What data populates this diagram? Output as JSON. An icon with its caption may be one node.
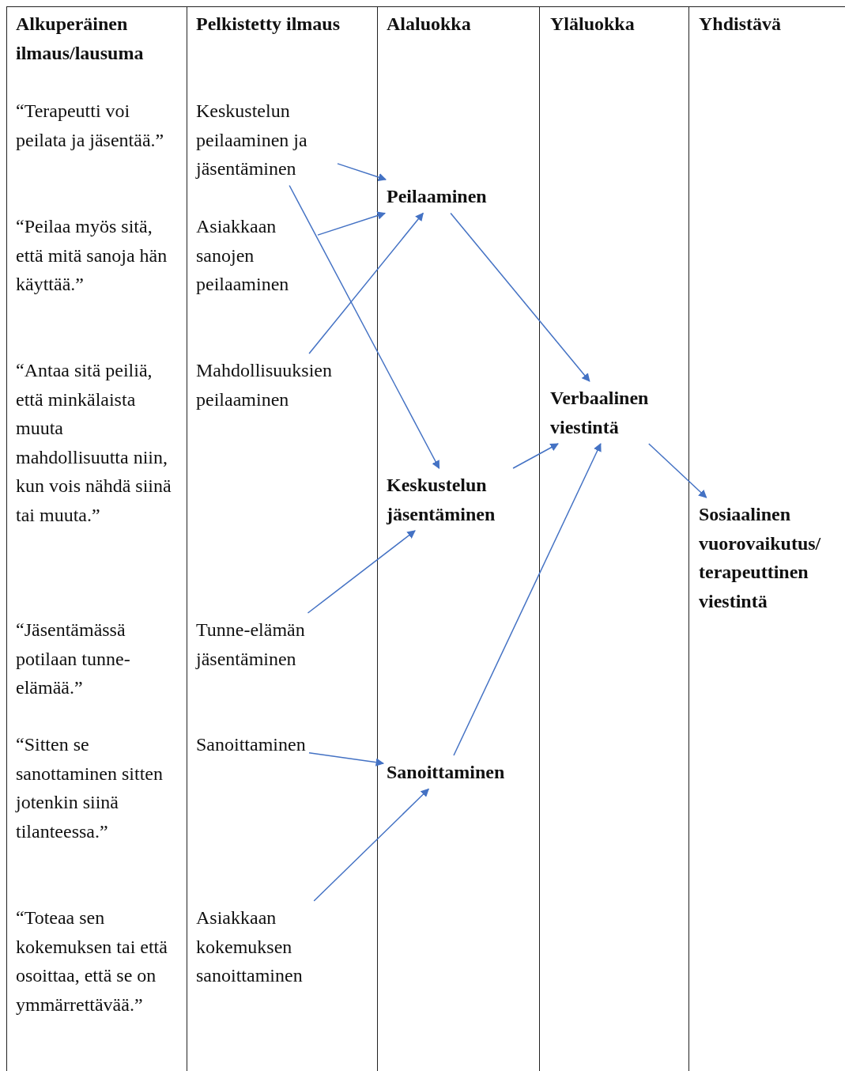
{
  "diagram": {
    "nodes": [
      {
        "text": [
          "Keskustelun peilaaminen ja jäsentäminen"
        ]
      },
      {
        "text": [
          "Asiakkaan sanojen peilaaminen"
        ]
      },
      {
        "text": [
          "Mahdollisuuksien peilaaminen"
        ]
      },
      {
        "text": [
          "Tunne-elämän jäsentäminen"
        ]
      },
      {
        "text": [
          "Sanoittaminen"
        ]
      },
      {
        "text": [
          "Asiakkaan kokemuksen sanoittaminen"
        ]
      },
      {
        "text": [
          "Peilaaminen"
        ]
      },
      {
        "text": [
          "Keskustelun jäsentäminen"
        ]
      },
      {
        "text": [
          "Sanoittaminen"
        ]
      },
      {
        "text": [
          "Verbaalinen viestintä"
        ]
      },
      {
        "text": [
          "Sosiaalinen vuorovaikutus/ terapeuttinen viestintä"
        ]
      }
    ],
    "edges": [
      {
        "from": 0,
        "to": 6,
        "arrow": "to"
      },
      {
        "from": 0,
        "to": 7,
        "arrow": "to"
      },
      {
        "from": 1,
        "to": 6,
        "arrow": "to"
      },
      {
        "from": 2,
        "to": 6,
        "arrow": "to"
      },
      {
        "from": 6,
        "to": 9,
        "arrow": "to"
      },
      {
        "from": 7,
        "to": 9,
        "arrow": "to"
      },
      {
        "from": 3,
        "to": 7,
        "arrow": "to"
      },
      {
        "from": 4,
        "to": 8,
        "arrow": "to"
      },
      {
        "from": 5,
        "to": 8,
        "arrow": "to"
      },
      {
        "from": 8,
        "to": 9,
        "arrow": "to"
      },
      {
        "from": 9,
        "to": 10,
        "arrow": "to"
      }
    ],
    "labels": [
      "Alkuperäinen ilmaus/lausuma",
      "Pelkistetty ilmaus",
      "Alaluokka",
      "Yläluokka",
      "Yhdistävä",
      "“Terapeutti voi peilata ja jäsentää.”",
      "“Peilaa myös sitä, että mitä sanoja hän käyttää.”",
      "“Antaa sitä peiliä, että minkälaista muuta mahdollisuutta niin, kun vois nähdä siinä tai muuta.”",
      "“Jäsentämässä potilaan tunne-elämää.”",
      "“Sitten se sanottaminen sitten jotenkin siinä tilanteessa.”",
      "“Toteaa sen kokemuksen tai että osoittaa, että se on ymmärrettävää.”"
    ]
  }
}
